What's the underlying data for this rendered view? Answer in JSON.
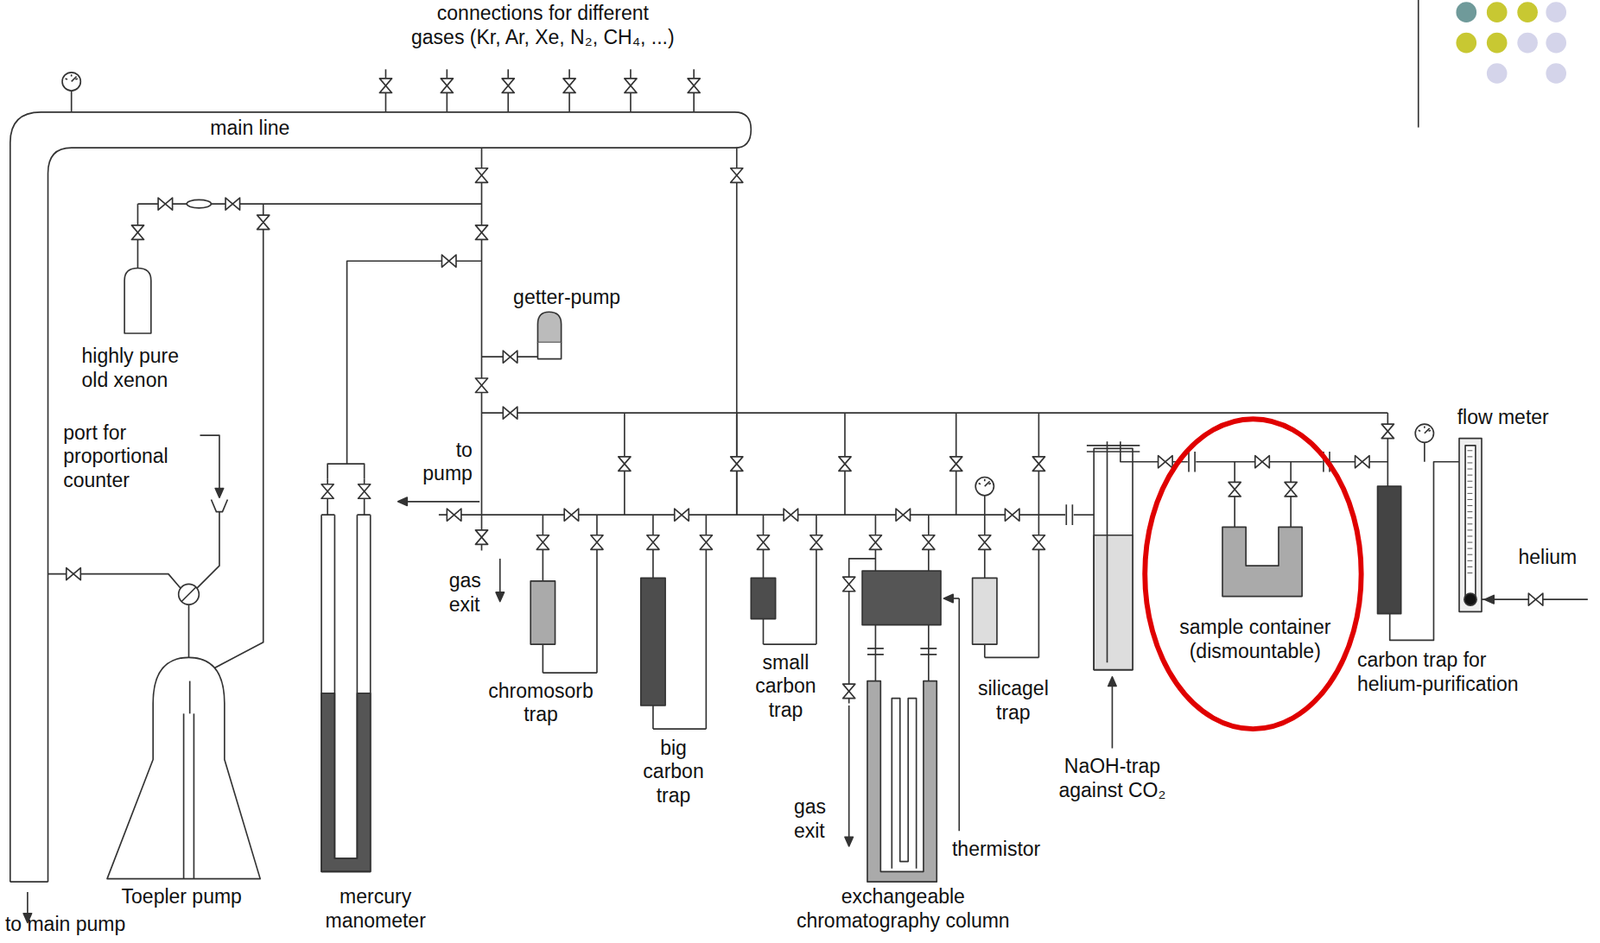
{
  "diagram": {
    "nodes": [
      {
        "text": [
          "main line"
        ]
      },
      {
        "text": [
          "highly pure old xenon"
        ]
      },
      {
        "text": [
          "getter-pump"
        ]
      },
      {
        "text": [
          "Toepler pump"
        ]
      },
      {
        "text": [
          "mercury manometer"
        ]
      },
      {
        "text": [
          "chromosorb trap"
        ]
      },
      {
        "text": [
          "big carbon trap"
        ]
      },
      {
        "text": [
          "small carbon trap"
        ]
      },
      {
        "text": [
          "exchangeable chromatography column"
        ]
      },
      {
        "text": [
          "silicagel trap"
        ]
      },
      {
        "text": [
          "NaOH-trap against CO₂"
        ]
      },
      {
        "text": [
          "sample container (dismountable)"
        ]
      },
      {
        "text": [
          "carbon trap for helium-purification"
        ]
      },
      {
        "text": [
          "flow meter"
        ]
      }
    ],
    "labels": [
      "connections for different gases (Kr, Ar, Xe, N₂, CH₄, ...)",
      "port for proportional counter",
      "to pump",
      "gas exit",
      "gas exit",
      "thermistor",
      "helium",
      "to main pump"
    ]
  }
}
